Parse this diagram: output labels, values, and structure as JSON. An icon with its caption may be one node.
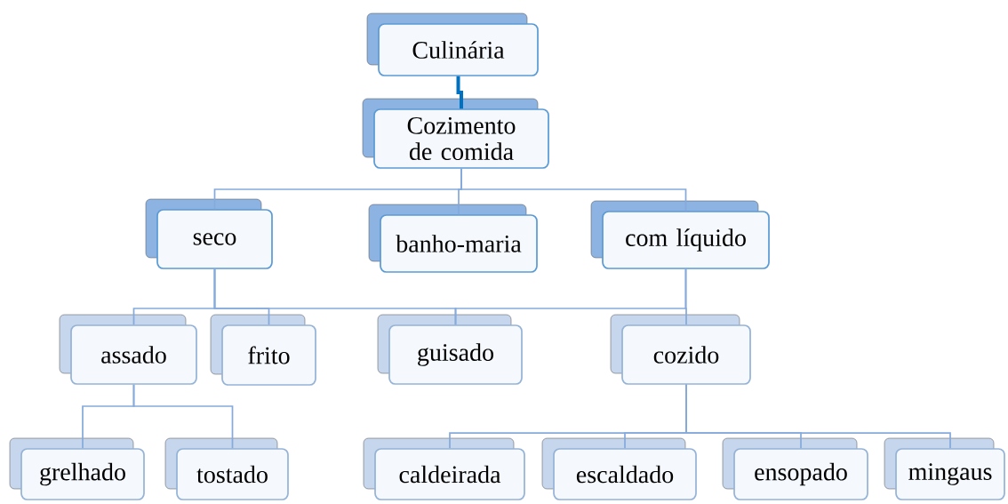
{
  "diagram": {
    "nodes": [
      {
        "text": [
          "Culinária"
        ]
      },
      {
        "text": [
          "Cozimento de comida"
        ]
      },
      {
        "text": [
          "seco"
        ]
      },
      {
        "text": [
          "banho-maria"
        ]
      },
      {
        "text": [
          "com líquido"
        ]
      },
      {
        "text": [
          "assado"
        ]
      },
      {
        "text": [
          "frito"
        ]
      },
      {
        "text": [
          "guisado"
        ]
      },
      {
        "text": [
          "cozido"
        ]
      },
      {
        "text": [
          "grelhado"
        ]
      },
      {
        "text": [
          "tostado"
        ]
      },
      {
        "text": [
          "caldeirada"
        ]
      },
      {
        "text": [
          "escaldado"
        ]
      },
      {
        "text": [
          "ensopado"
        ]
      },
      {
        "text": [
          "mingaus"
        ]
      }
    ],
    "edges": [
      {
        "from": 0,
        "to": 1,
        "arrow": "none",
        "style": "thick",
        "color": "#0070c0"
      },
      {
        "from": 1,
        "to": 2,
        "arrow": "none"
      },
      {
        "from": 1,
        "to": 3,
        "arrow": "none"
      },
      {
        "from": 1,
        "to": 4,
        "arrow": "none"
      },
      {
        "from": 2,
        "to": 5,
        "arrow": "none"
      },
      {
        "from": 2,
        "to": 6,
        "arrow": "none"
      },
      {
        "from": 2,
        "to": 7,
        "arrow": "none"
      },
      {
        "from": 4,
        "to": 7,
        "arrow": "none"
      },
      {
        "from": 4,
        "to": 8,
        "arrow": "none"
      },
      {
        "from": 5,
        "to": 9,
        "arrow": "none"
      },
      {
        "from": 5,
        "to": 10,
        "arrow": "none"
      },
      {
        "from": 8,
        "to": 11,
        "arrow": "none"
      },
      {
        "from": 8,
        "to": 12,
        "arrow": "none"
      },
      {
        "from": 8,
        "to": 13,
        "arrow": "none"
      },
      {
        "from": 8,
        "to": 14,
        "arrow": "none"
      }
    ]
  }
}
